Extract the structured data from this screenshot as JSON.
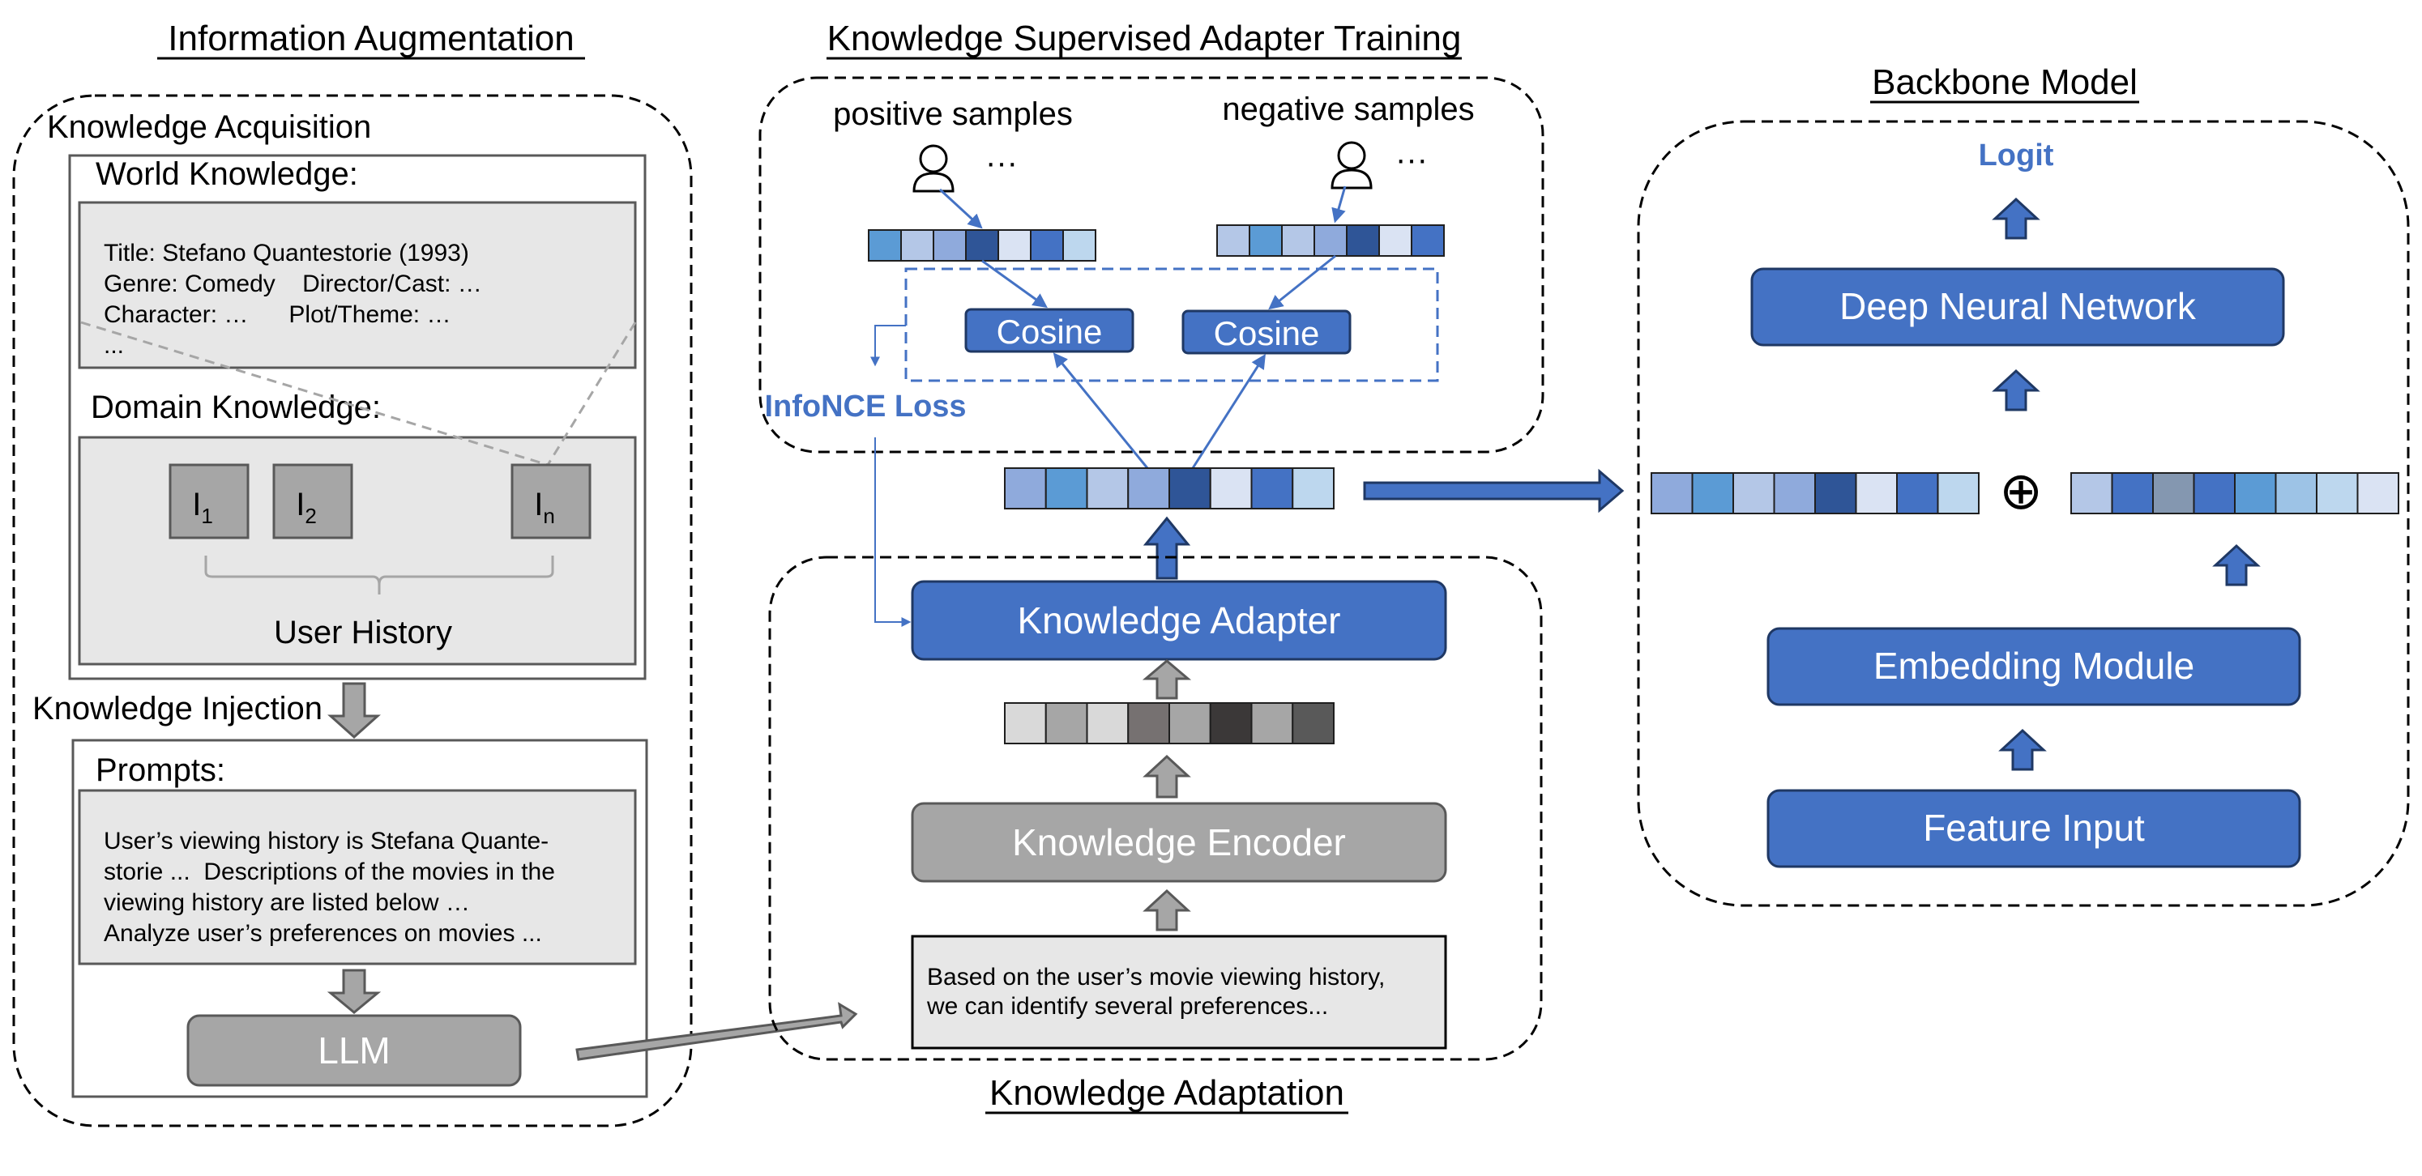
{
  "panels": {
    "info_augmentation": {
      "title": "Information Augmentation",
      "knowledge_acquisition": "Knowledge Acquisition",
      "world_knowledge": {
        "heading": "World Knowledge:",
        "lines": [
          "Title: Stefano Quantestorie (1993)",
          "Genre: Comedy    Director/Cast: …",
          "Character: …      Plot/Theme: …",
          "..."
        ]
      },
      "domain_knowledge": {
        "heading": "Domain Knowledge:",
        "items": [
          {
            "base": "I",
            "sub": "1"
          },
          {
            "base": "I",
            "sub": "2"
          },
          {
            "base": "I",
            "sub": "n"
          }
        ],
        "user_history": "User History"
      },
      "knowledge_injection": "Knowledge Injection",
      "prompts": {
        "heading": "Prompts:",
        "lines": [
          "User’s viewing history is Stefana Quante-",
          "storie ...  Descriptions of the movies in the",
          "viewing history are listed below …",
          "Analyze user’s preferences on movies ..."
        ]
      },
      "llm": "LLM"
    },
    "adapter_training": {
      "title": "Knowledge Supervised Adapter Training",
      "positive_samples": "positive samples",
      "negative_samples": "negative samples",
      "ellipsis": "···",
      "cosine_left": "Cosine",
      "cosine_right": "Cosine",
      "infonce": "InfoNCE Loss"
    },
    "knowledge_adaptation": {
      "title": "Knowledge Adaptation",
      "adapter": "Knowledge Adapter",
      "encoder": "Knowledge Encoder",
      "llm_output_lines": [
        "Based on the user’s movie viewing history,",
        "we can identify several preferences..."
      ]
    },
    "backbone": {
      "title": "Backbone Model",
      "logit": "Logit",
      "dnn": "Deep Neural Network",
      "concat_symbol": "⊕",
      "embedding": "Embedding Module",
      "feature_input": "Feature Input"
    }
  },
  "colors": {
    "accent_blue": "#4472c4",
    "box_blue": "#4472c4",
    "box_gray": "#a6a6a6",
    "panel_gray": "#e7e7e7",
    "arrow_gray": "#9a9a9a",
    "cell_blues": [
      "#8faadc",
      "#5b9bd5",
      "#b4c7e7",
      "#8faadc",
      "#2f5597",
      "#dae3f3",
      "#4472c4",
      "#bdd7ee"
    ],
    "cell_grays": [
      "#d9d9d9",
      "#a6a6a6",
      "#d9d9d9",
      "#767171",
      "#a6a6a6",
      "#3b3838",
      "#a6a6a6",
      "#595959"
    ]
  },
  "icons": [
    "user-icon",
    "ellipsis-icon",
    "arrow-icon",
    "concat-icon"
  ]
}
